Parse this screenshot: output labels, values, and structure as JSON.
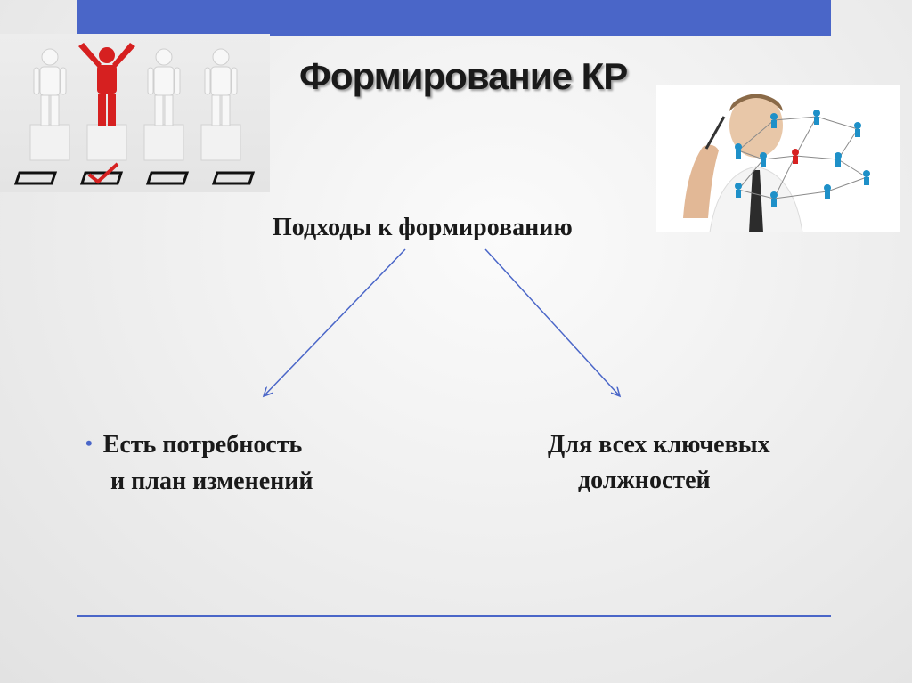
{
  "slide": {
    "title": "Формирование КР",
    "heading": "Подходы к формированию",
    "left_item": {
      "bullet": "•",
      "line1": "Есть потребность",
      "line2": "и план изменений"
    },
    "right_item": {
      "line1": "Для всех ключевых",
      "line2": "должностей"
    }
  },
  "colors": {
    "accent": "#4a66c8",
    "figure_white": "#f7f7f7",
    "figure_red": "#d62020",
    "node_blue": "#1e90c8"
  },
  "images": {
    "left": "selection-of-candidate-icon",
    "right": "network-diagram-icon"
  }
}
